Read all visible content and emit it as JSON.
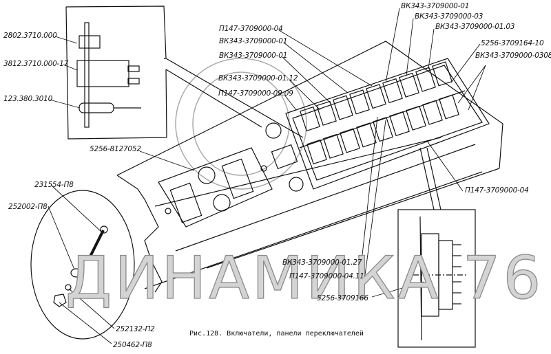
{
  "figure": {
    "caption": "Рис.128. Включатели, панели переключателей",
    "watermark": "ДИНАМИКА 76"
  },
  "labels": {
    "lamp_socket": "2802.3710.000",
    "switch_unit": "3812.3710.000-17",
    "indicator_lamp": "123.380.3010",
    "switch_panel": "5256-8127052",
    "p147_04_top": "П147-3709000-04",
    "vk343_01_a": "ВК343-3709000-01",
    "vk343_01_b": "ВК343-3709000-01",
    "vk343_01_12": "ВК343-3709000-01.12",
    "p147_09_09": "П147-3709000-09.09",
    "vk343_01_c": "ВК343-3709000-01",
    "vk343_03": "ВК343-3709000-03",
    "vk343_01_03": "ВК343-3709000-01.03",
    "panel_164_10": "5256-3709164-10",
    "vk343_0308": "ВК343-3709000-0308",
    "p147_04_right": "П147-3709000-04",
    "screw": "231554-П8",
    "washer": "252002-П8",
    "vk343_01_27": "ВК343-3709000-01.27",
    "p147_04_11": "П147-3709000-04.11",
    "panel_166": "5256-3709166",
    "spring_washer": "252132-П2",
    "nut": "250462-П8"
  }
}
